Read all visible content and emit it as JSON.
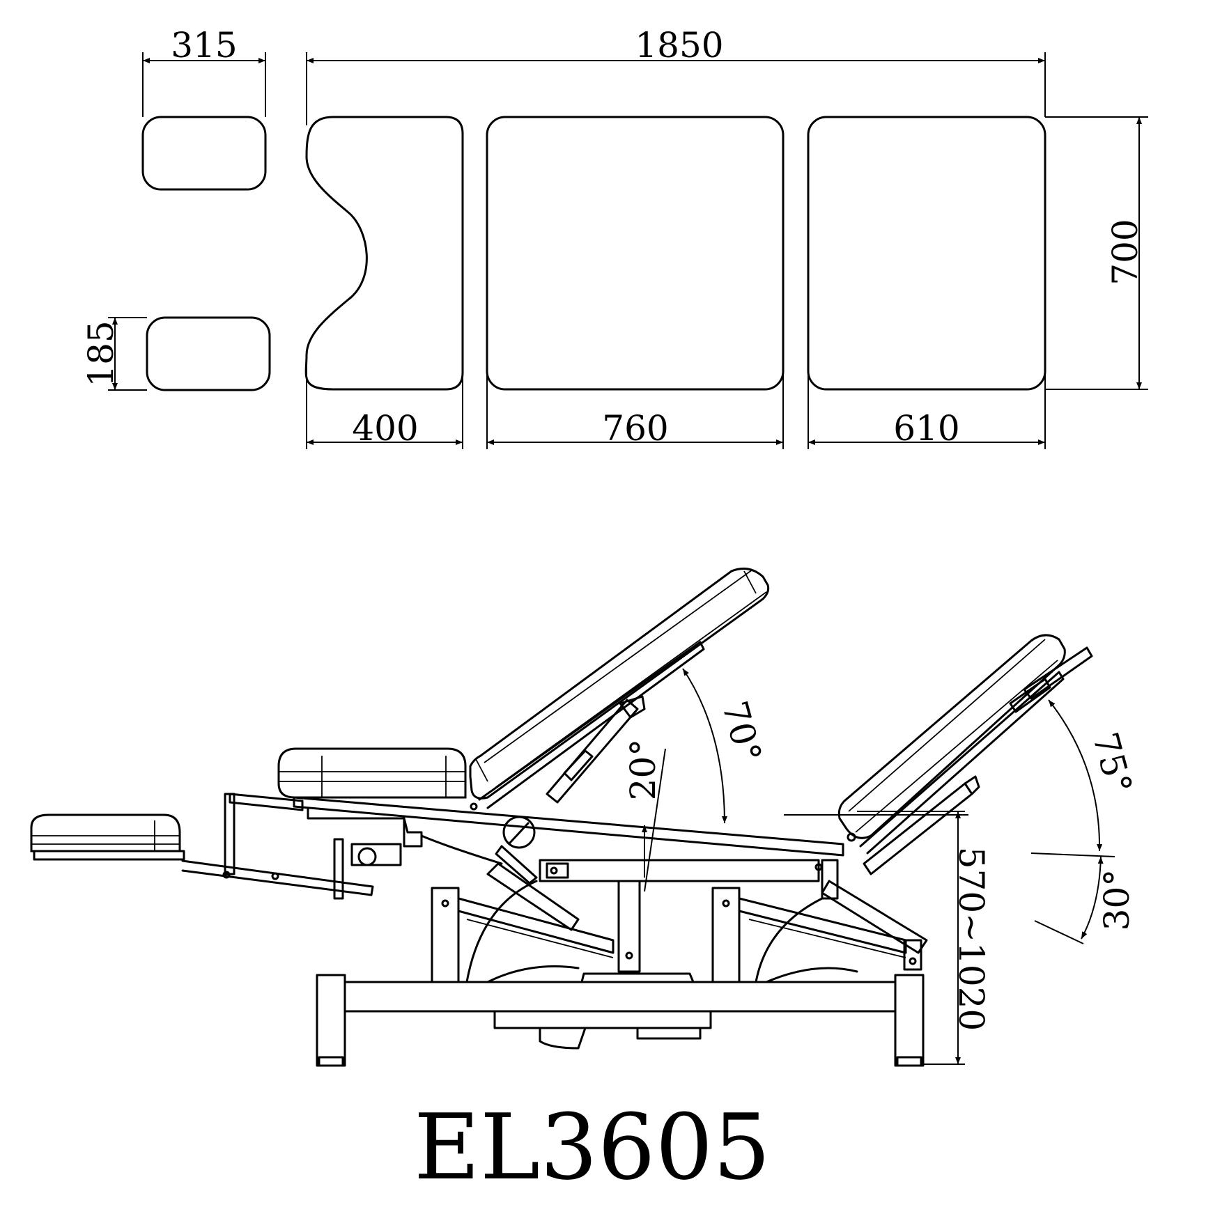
{
  "model_name": "EL3605",
  "top_view": {
    "overall_length": "1850",
    "width": "700",
    "armrest_length": "315",
    "armrest_width": "185",
    "head_section": "400",
    "seat_section": "760",
    "leg_section": "610"
  },
  "side_view": {
    "back_angle": "70°",
    "seat_tilt": "20°",
    "leg_raise": "75°",
    "leg_drop": "30°",
    "height_range": "570~1020"
  }
}
